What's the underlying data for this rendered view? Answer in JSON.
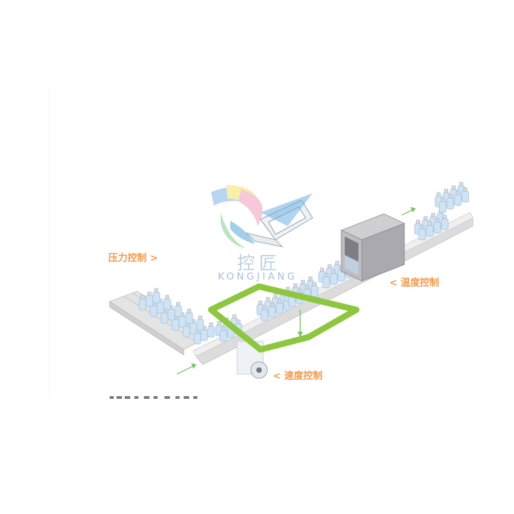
{
  "labels": {
    "pressure": "压力控制 >",
    "temperature": "< 温度控制",
    "speed": "< 速度控制"
  },
  "watermark": {
    "cn": "控匠",
    "en": "KONGJIANG"
  },
  "colors": {
    "accent": "#f29a4c",
    "frame": "#8dc63f",
    "arrow": "#7cc36c",
    "bottle": "#cfe3f4",
    "bottle_outline": "#9fbfdc",
    "cap": "#d8dde3",
    "conveyor": "#e6e6e6",
    "conveyor_dark": "#bdbdbd",
    "machine": "#b8b8bc",
    "watermark": "#8aa9c9"
  }
}
